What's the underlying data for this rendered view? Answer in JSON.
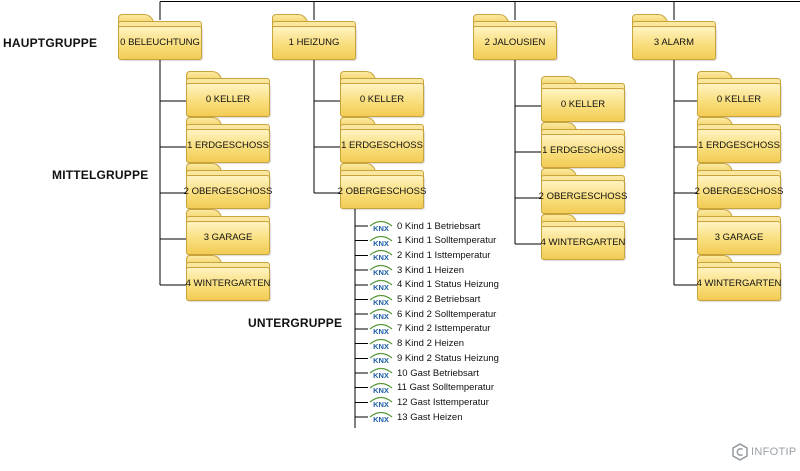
{
  "levels": {
    "hauptgruppe": "HAUPTGRUPPE",
    "mittelgruppe": "MITTELGRUPPE",
    "untergruppe": "UNTERGRUPPE"
  },
  "groups": [
    {
      "label": "0 BELEUCHTUNG",
      "children": [
        "0 KELLER",
        "1 ERDGESCHOSS",
        "2 OBERGESCHOSS",
        "3 GARAGE",
        "4 WINTERGARTEN"
      ]
    },
    {
      "label": "1 HEIZUNG",
      "children": [
        "0 KELLER",
        "1 ERDGESCHOSS",
        "2 OBERGESCHOSS"
      ]
    },
    {
      "label": "2 JALOUSIEN",
      "children": [
        "0 KELLER",
        "1 ERDGESCHOSS",
        "2 OBERGESCHOSS",
        "4 WINTERGARTEN"
      ]
    },
    {
      "label": "3 ALARM",
      "children": [
        "0 KELLER",
        "1 ERDGESCHOSS",
        "2 OBERGESCHOSS",
        "3 GARAGE",
        "4 WINTERGARTEN"
      ]
    }
  ],
  "subgroups": [
    "0 Kind 1 Betriebsart",
    "1 Kind 1 Solltemperatur",
    "2 Kind 1 Isttemperatur",
    "3 Kind 1 Heizen",
    "4 Kind 1 Status Heizung",
    "5 Kind 2 Betriebsart",
    "6 Kind 2 Solltemperatur",
    "7 Kind 2 Isttemperatur",
    "8 Kind 2 Heizen",
    "9 Kind 2 Status Heizung",
    "10 Gast Betriebsart",
    "11 Gast Solltemperatur",
    "12 Gast Isttemperatur",
    "13 Gast Heizen"
  ],
  "knx_logo_text": "KNX",
  "brand": "INFOTIP",
  "colors": {
    "folder": "#f6d56a",
    "knx_green": "#5a9a3c",
    "knx_blue": "#1f5fa8",
    "brand_grey": "#9aa0a6"
  },
  "icons": {
    "folder": "folder-icon",
    "knx": "knx-logo-icon",
    "brand": "infotip-logo-icon"
  }
}
